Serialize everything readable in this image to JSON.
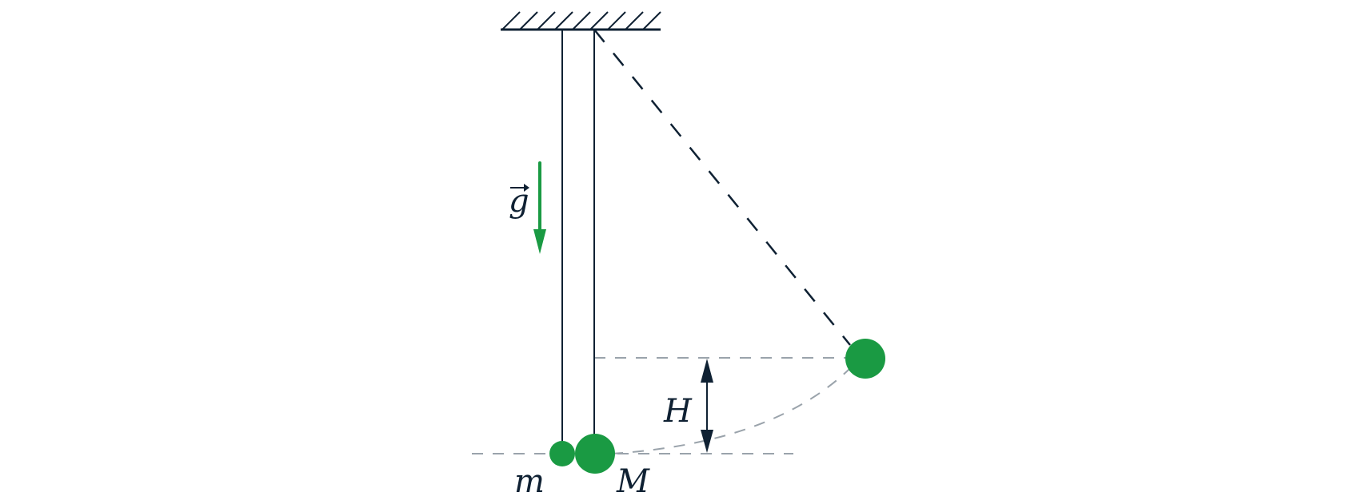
{
  "colors": {
    "ink": "#0f2133",
    "ball": "#1a9a43",
    "gravity": "#1a9a43",
    "guide": "#9aa3ab"
  },
  "labels": {
    "gravity": "g",
    "small_mass": "m",
    "large_mass": "M",
    "height": "H"
  }
}
